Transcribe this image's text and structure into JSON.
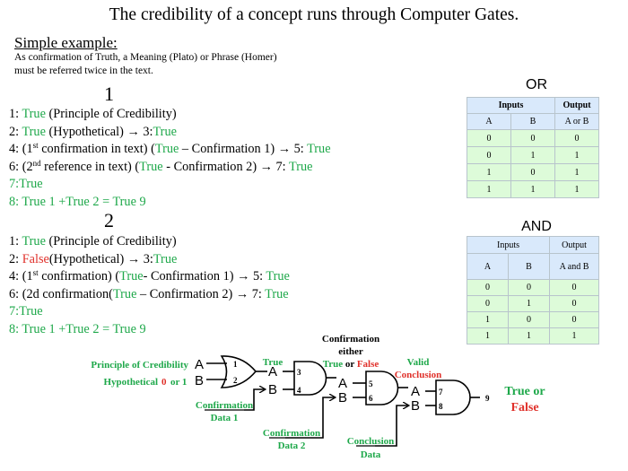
{
  "header": {
    "title": "The credibility of a concept runs through Computer Gates.",
    "subtitle": "Simple example:",
    "intro_line1": "As confirmation  of Truth, a Meaning (Plato) or Phrase (Homer)",
    "intro_line2": "must be referred twice in the text."
  },
  "colors": {
    "true_green": "#1ea84a",
    "false_red": "#e0312b",
    "table_header": "#d9e9fb",
    "table_body": "#ddfbd9"
  },
  "example1": {
    "number": "1",
    "l1": {
      "prefix": "1: ",
      "v": "True",
      "rest": " (Principle of Credibility)"
    },
    "l2": {
      "prefix": "2: ",
      "v": "True",
      "rest": "  (Hypothetical) → 3:",
      "v2": "True"
    },
    "l3": {
      "p1": "4: (1",
      "sup": "st",
      "p2": " confirmation in text) (",
      "v": "True",
      "p3": " – Confirmation 1) → 5: ",
      "v2": "True"
    },
    "l4": {
      "p1": "6: (2",
      "sup": "nd",
      "p2": "  reference in text) (",
      "v": "True",
      "p3": " - Confirmation 2)  → 7: ",
      "v2": "True"
    },
    "l5": "7:True",
    "l6": "8: True 1 +True 2 = True 9"
  },
  "example2": {
    "number": "2",
    "l1": {
      "prefix": "1: ",
      "v": "True",
      "rest": " (Principle of Credibility)"
    },
    "l2": {
      "prefix": "2: ",
      "v": "False",
      "rest": "(Hypothetical)  → 3:",
      "v2": "True"
    },
    "l3": {
      "p1": "4: (1",
      "sup": "st",
      "p2": " confirmation) (",
      "v": "True",
      "p3": "- Confirmation 1)  → 5: ",
      "v2": "True"
    },
    "l4": {
      "p1": "6: (2d confirmation(",
      "v": "True",
      "p3": " – Confirmation  2)  → 7: ",
      "v2": "True"
    },
    "l5": "7:True",
    "l6": "8: True 1 +True 2 = True 9"
  },
  "or_table": {
    "title": "OR",
    "group_inputs": "Inputs",
    "group_output": "Output",
    "cols": [
      "A",
      "B",
      "A  or  B"
    ],
    "rows": [
      [
        "0",
        "0",
        "0"
      ],
      [
        "0",
        "1",
        "1"
      ],
      [
        "1",
        "0",
        "1"
      ],
      [
        "1",
        "1",
        "1"
      ]
    ]
  },
  "and_table": {
    "title": "AND",
    "group_inputs": "Inputs",
    "group_output": "Output",
    "cols": [
      "A",
      "B",
      "A   and  B"
    ],
    "rows": [
      [
        "0",
        "0",
        "0"
      ],
      [
        "0",
        "1",
        "0"
      ],
      [
        "1",
        "0",
        "0"
      ],
      [
        "1",
        "1",
        "1"
      ]
    ]
  },
  "circuit": {
    "label_principle": "Principle of Credibility",
    "label_hypothetical": "Hypothetical",
    "label_zero_or_one": "0 or 1",
    "pin_a": "A",
    "pin_b": "B",
    "gate1_pins": [
      "1",
      "2"
    ],
    "gate2_pins": [
      "3",
      "4"
    ],
    "gate3_pins": [
      "5",
      "6"
    ],
    "gate4_pins": [
      "7",
      "8"
    ],
    "output_pin": "9",
    "label_true": "True",
    "conf_either_1": "Confirmation",
    "conf_either_2": "either",
    "conf_true": "True",
    "conf_or": " or ",
    "conf_false": "False",
    "valid_1": "Valid",
    "valid_2": "Conclusion",
    "conf_data1_1": "Confirmation",
    "conf_data1_2": "Data 1",
    "conf_data2_1": "Confirmation",
    "conf_data2_2": "Data 2",
    "concl_data_1": "Conclusion",
    "concl_data_2": "Data",
    "result_true_or": "True or",
    "result_false": "False"
  }
}
